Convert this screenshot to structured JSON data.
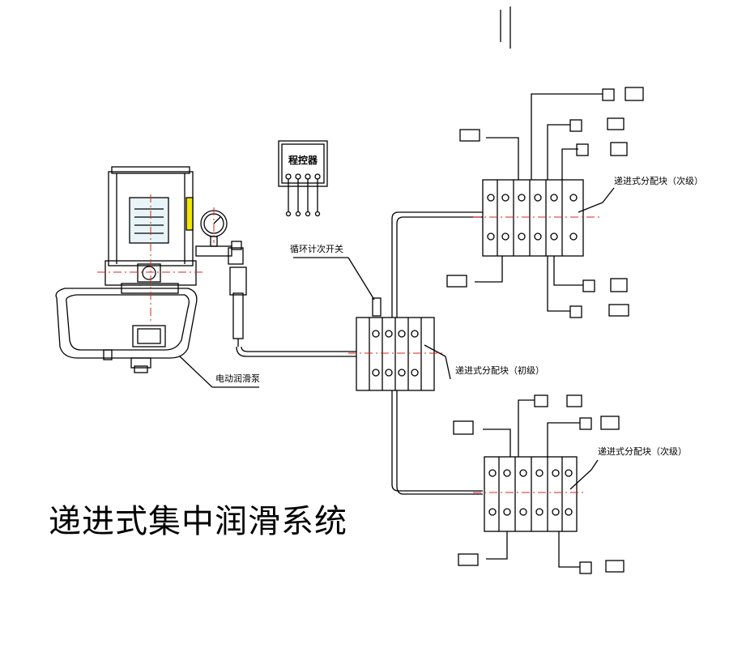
{
  "title": "递进式集中润滑系统",
  "labels": {
    "controller": "程控器",
    "cycle_counter_switch": "循环计次开关",
    "electric_pump": "电动润滑泵",
    "primary_divider": "递进式分配块（初级）",
    "secondary_divider_upper": "递进式分配块（次级）",
    "secondary_divider_lower": "递进式分配块（次级）"
  },
  "colors": {
    "line": "#000000",
    "centerline": "#e02020",
    "accent": "#f2e600",
    "gauge_face": "#e8f4f8"
  },
  "icons": {
    "pressure_gauge": "gauge-icon",
    "grease_fitting": "fitting-icon"
  }
}
